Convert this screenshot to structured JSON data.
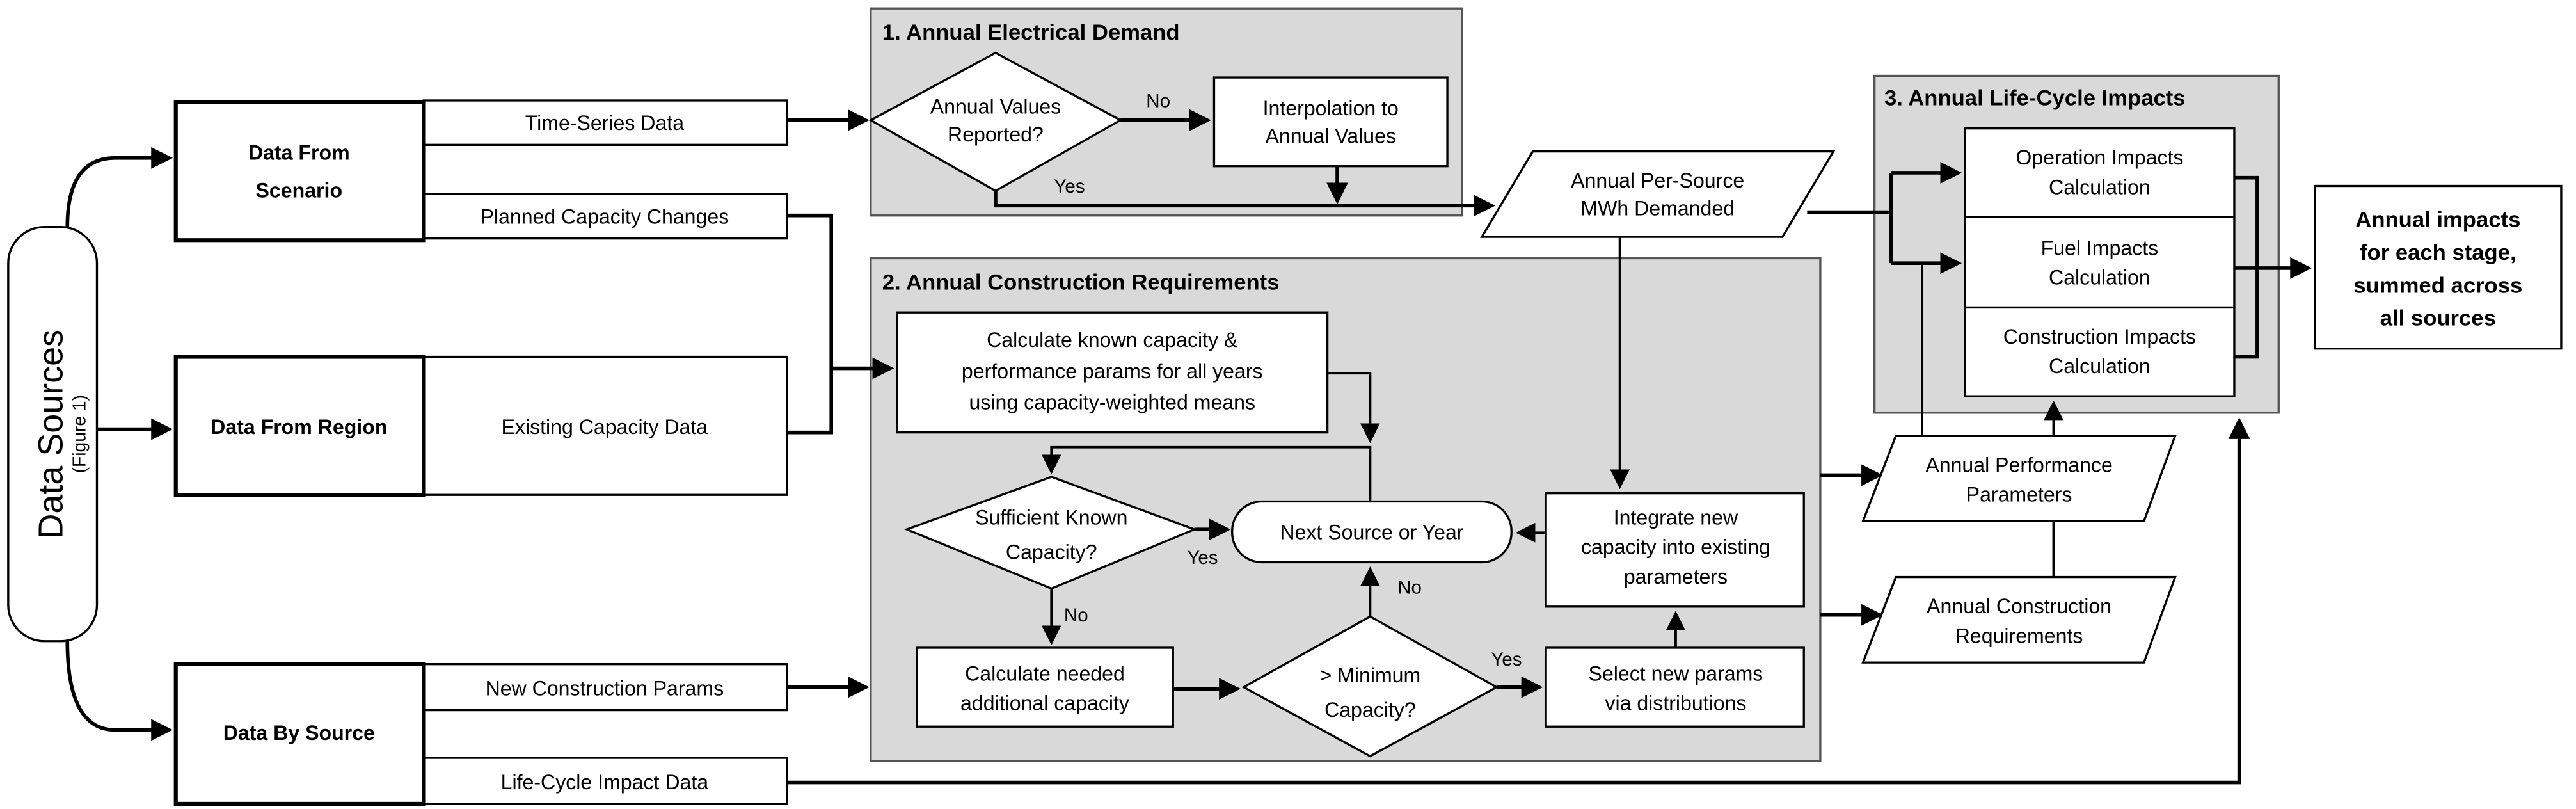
{
  "data_sources": {
    "title": "Data Sources",
    "subtitle": "(Figure 1)"
  },
  "inputs": {
    "scenario": {
      "title": [
        "Data From",
        "Scenario"
      ],
      "items": [
        "Time-Series Data",
        "Planned Capacity Changes"
      ]
    },
    "region": {
      "title": "Data From Region",
      "items": [
        "Existing Capacity Data"
      ]
    },
    "source": {
      "title": "Data By Source",
      "items": [
        "New Construction Params",
        "Life-Cycle Impact Data"
      ]
    }
  },
  "section1": {
    "title": "1. Annual Electrical Demand",
    "decision": [
      "Annual Values",
      "Reported?"
    ],
    "no_label": "No",
    "yes_label": "Yes",
    "process": [
      "Interpolation to",
      "Annual Values"
    ]
  },
  "per_source": [
    "Annual Per-Source",
    "MWh Demanded"
  ],
  "section2": {
    "title": "2. Annual Construction Requirements",
    "calc_known": [
      "Calculate known capacity &",
      "performance params for all years",
      "using capacity-weighted means"
    ],
    "sufficient": [
      "Sufficient Known",
      "Capacity?"
    ],
    "sufficient_yes": "Yes",
    "sufficient_no": "No",
    "next": "Next Source or Year",
    "calc_needed": [
      "Calculate needed",
      "additional capacity"
    ],
    "minimum": [
      "> Minimum",
      "Capacity?"
    ],
    "minimum_yes": "Yes",
    "minimum_no": "No",
    "select": [
      "Select new params",
      "via distributions"
    ],
    "integrate": [
      "Integrate new",
      "capacity into existing",
      "parameters"
    ]
  },
  "outputs": {
    "performance": [
      "Annual Performance",
      "Parameters"
    ],
    "construction": [
      "Annual Construction",
      "Requirements"
    ]
  },
  "section3": {
    "title": "3. Annual Life-Cycle Impacts",
    "operation": [
      "Operation Impacts",
      "Calculation"
    ],
    "fuel": [
      "Fuel Impacts",
      "Calculation"
    ],
    "construction": [
      "Construction Impacts",
      "Calculation"
    ]
  },
  "final": [
    "Annual impacts",
    "for each stage,",
    "summed across",
    "all sources"
  ],
  "colors": {
    "section_fill": "#d9d9d9",
    "line": "#000000"
  }
}
